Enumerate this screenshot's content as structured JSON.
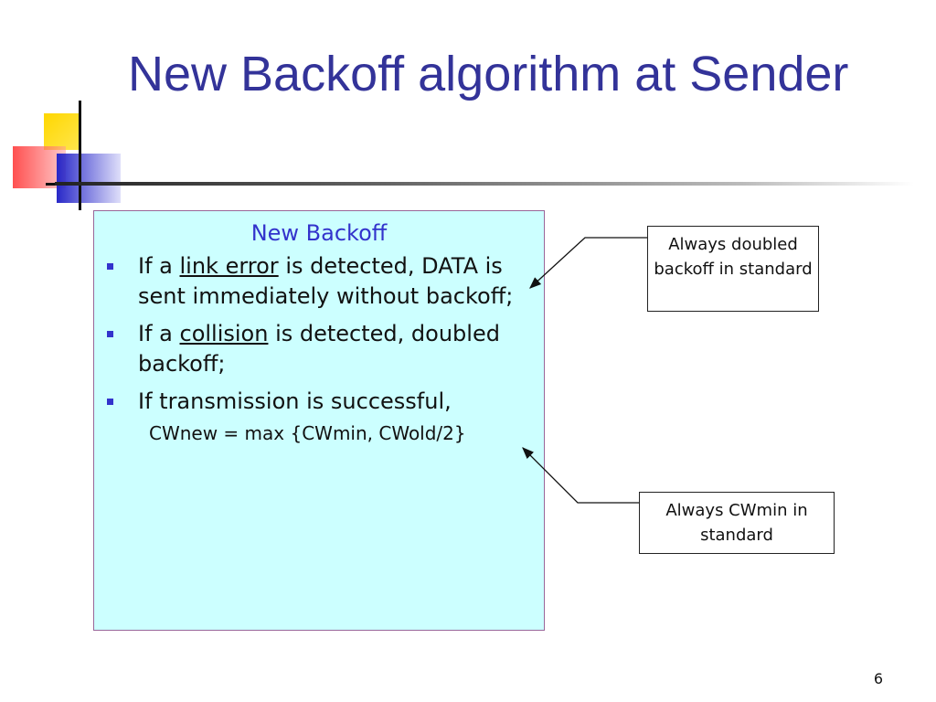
{
  "slide": {
    "title": "New Backoff algorithm at Sender",
    "page_number": "6"
  },
  "content_box": {
    "heading": "New Backoff",
    "bullets": [
      {
        "prefix": "If a ",
        "link_text": "link error",
        "suffix": " is detected, DATA is sent immediately without backoff;"
      },
      {
        "prefix": "If a ",
        "link_text": "collision",
        "suffix": " is detected, doubled backoff;"
      },
      {
        "text": "If transmission is successful,"
      }
    ],
    "formula": "CWnew = max {CWmin, CWold/2}"
  },
  "callouts": [
    {
      "text": "Always doubled backoff in standard"
    },
    {
      "text": "Always CWmin in standard"
    }
  ],
  "colors": {
    "title": "#333399",
    "box_background": "#ccffff",
    "box_border": "#996699",
    "heading": "#3333cc",
    "bullet_marker": "#3333cc"
  }
}
